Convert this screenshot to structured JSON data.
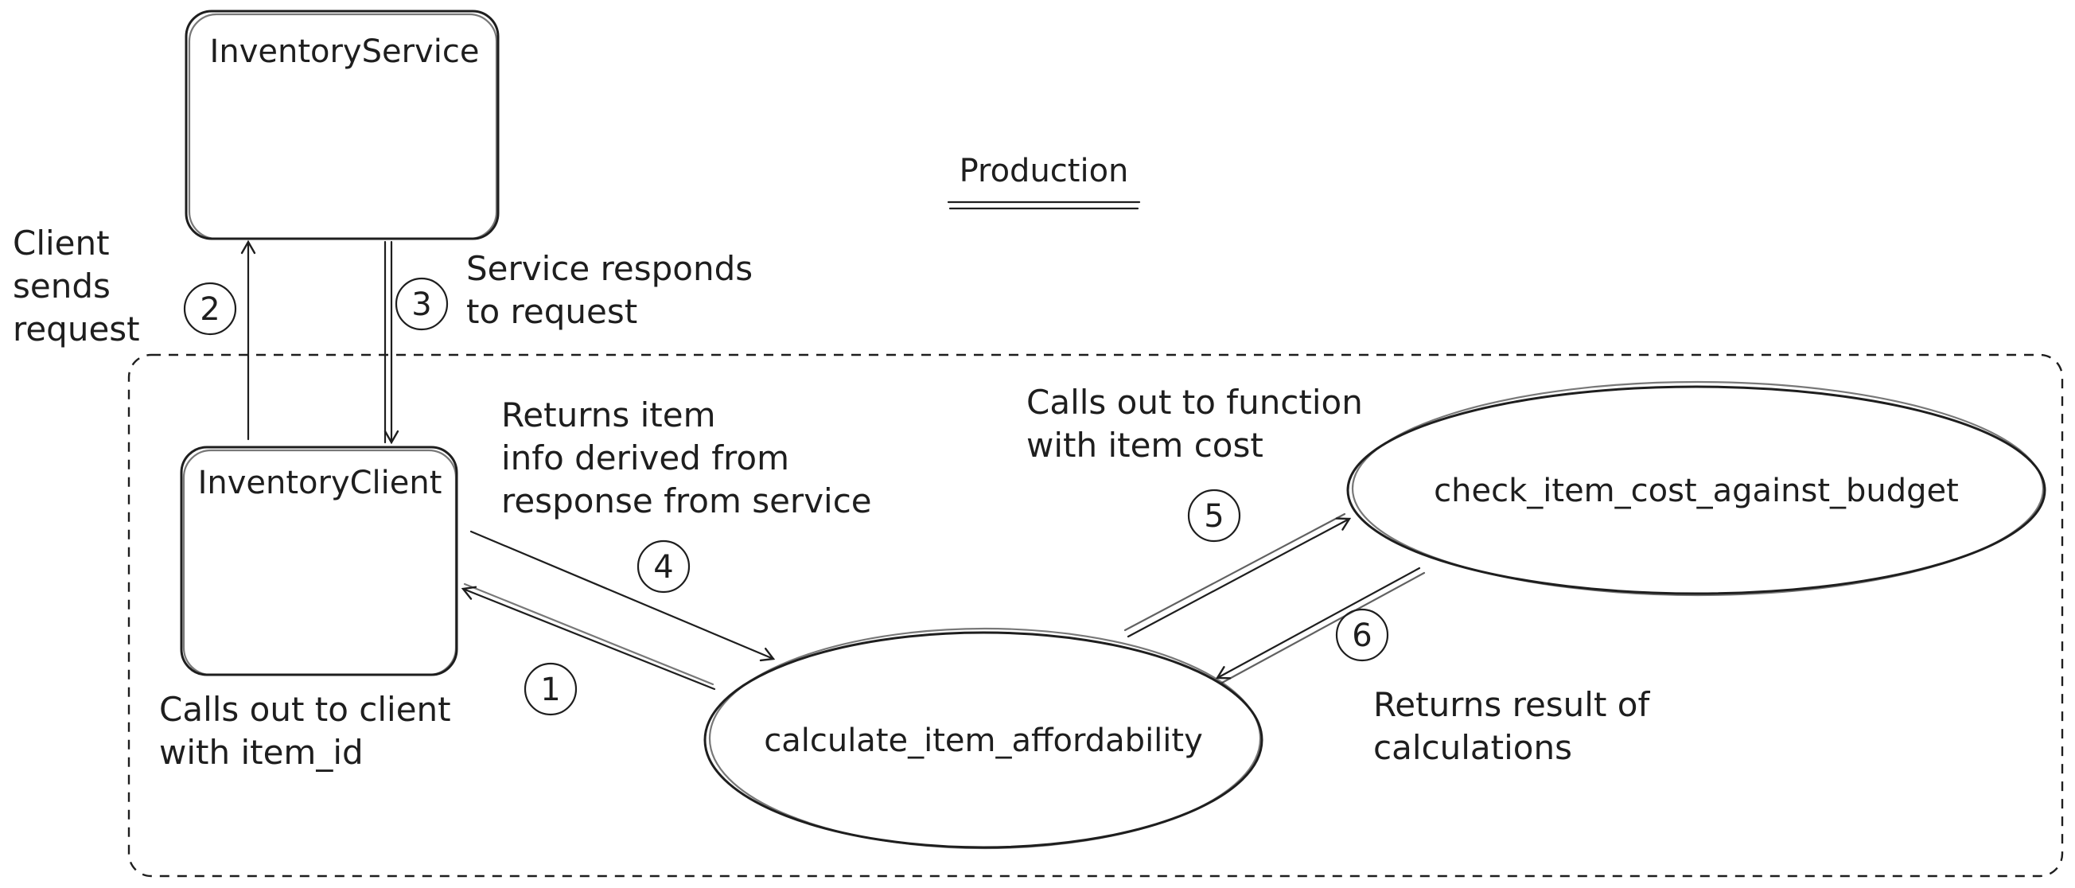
{
  "title": "Production",
  "nodes": {
    "inventory_service": "InventoryService",
    "inventory_client": "InventoryClient",
    "calculate": "calculate_item_affordability",
    "check": "check_item_cost_against_budget"
  },
  "steps": {
    "s1": {
      "num": "1",
      "lines": [
        "Calls out to client",
        "with item_id"
      ]
    },
    "s2": {
      "num": "2",
      "lines": [
        "Client",
        "sends",
        "request"
      ]
    },
    "s3": {
      "num": "3",
      "lines": [
        "Service responds",
        "to request"
      ]
    },
    "s4": {
      "num": "4",
      "lines": [
        "Returns item",
        "info derived from",
        "response from service"
      ]
    },
    "s5": {
      "num": "5",
      "lines": [
        "Calls out to function",
        "with item cost"
      ]
    },
    "s6": {
      "num": "6",
      "lines": [
        "Returns result of",
        "calculations"
      ]
    }
  }
}
